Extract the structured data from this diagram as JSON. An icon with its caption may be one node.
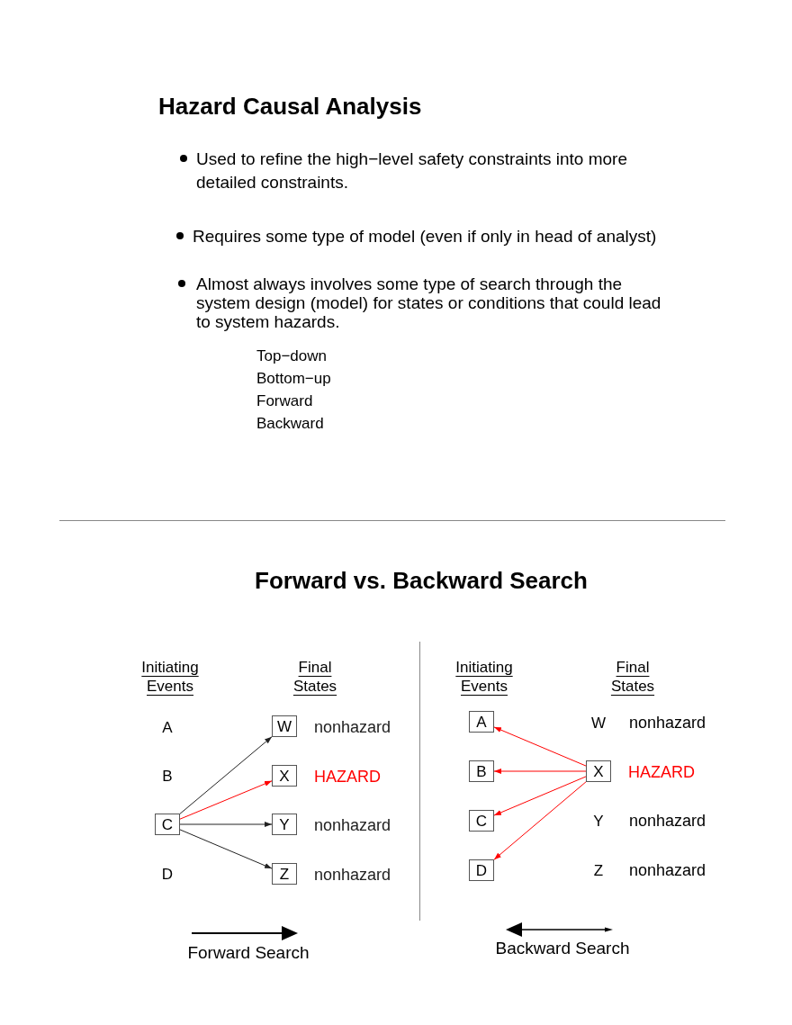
{
  "diagram": {
    "title": "Hazard Causal Analysis",
    "nodes": [
      {
        "text": [
          "A"
        ]
      },
      {
        "text": [
          "B"
        ]
      },
      {
        "text": [
          "C"
        ]
      },
      {
        "text": [
          "D"
        ]
      },
      {
        "text": [
          "W"
        ],
        "beside": [
          "nonhazard"
        ]
      },
      {
        "text": [
          "X"
        ],
        "beside": [
          "HAZARD"
        ]
      },
      {
        "text": [
          "Y"
        ],
        "beside": [
          "nonhazard"
        ]
      },
      {
        "text": [
          "Z"
        ],
        "beside": [
          "nonhazard"
        ]
      },
      {
        "text": [
          "A"
        ]
      },
      {
        "text": [
          "B"
        ]
      },
      {
        "text": [
          "C"
        ]
      },
      {
        "text": [
          "D"
        ]
      },
      {
        "text": [
          "W"
        ],
        "beside": [
          "nonhazard"
        ]
      },
      {
        "text": [
          "X"
        ],
        "beside": [
          "HAZARD"
        ]
      },
      {
        "text": [
          "Y"
        ],
        "beside": [
          "nonhazard"
        ]
      },
      {
        "text": [
          "Z"
        ],
        "beside": [
          "nonhazard"
        ]
      }
    ],
    "edges": [
      {
        "from": 2,
        "to": 4,
        "arrow": "to",
        "color": "#222222"
      },
      {
        "from": 2,
        "to": 5,
        "arrow": "to"
      },
      {
        "from": 2,
        "to": 6,
        "arrow": "to",
        "color": "#222222"
      },
      {
        "from": 2,
        "to": 7,
        "arrow": "to",
        "color": "#222222"
      },
      {
        "from": 13,
        "to": 8,
        "arrow": "to"
      },
      {
        "from": 13,
        "to": 9,
        "arrow": "to"
      },
      {
        "from": 13,
        "to": 10,
        "arrow": "to"
      },
      {
        "from": 13,
        "to": 11,
        "arrow": "to"
      }
    ],
    "labels": [
      "Used to refine the high−level safety constraints into more detailed constraints.",
      "Requires some type of model (even if only in head of analyst)",
      "Almost always involves some type of search through the system design (model) for states or conditions that could lead to system hazards.",
      "Top−down",
      "Bottom−up",
      "Forward",
      "Backward",
      "Forward vs. Backward Search",
      "Initiating Events",
      "Final States",
      "Initiating Events",
      "Final States",
      "Forward Search",
      "Backward Search"
    ]
  }
}
